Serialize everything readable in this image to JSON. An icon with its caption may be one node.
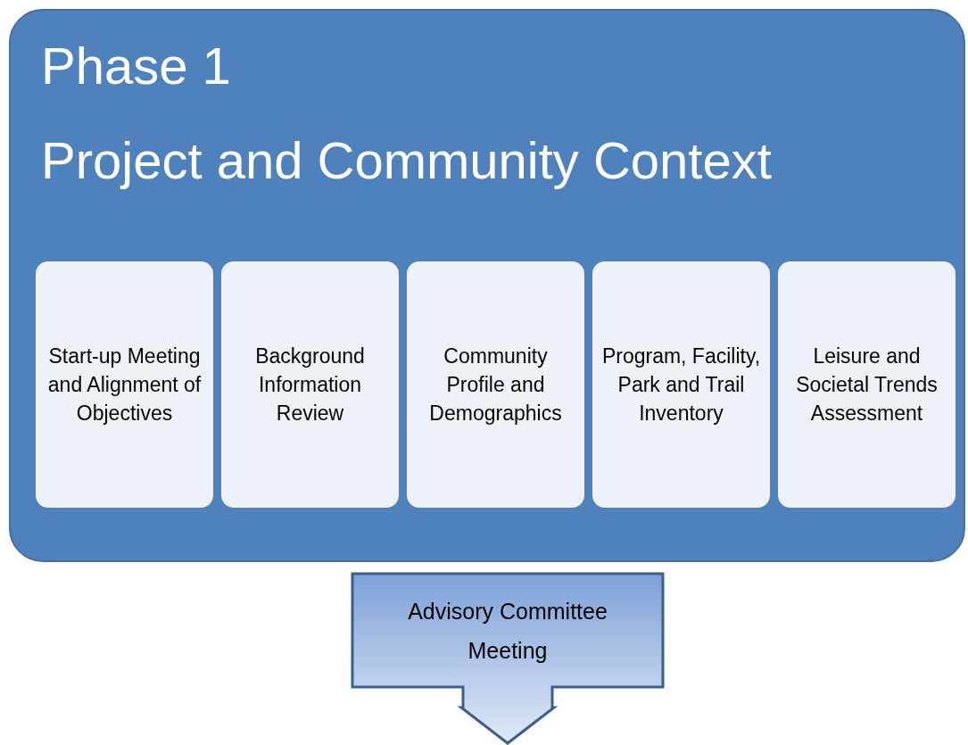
{
  "diagram": {
    "nodes": [
      {
        "text": [
          "Phase 1",
          "Project and Community Context"
        ]
      },
      {
        "text": [
          "Start-up Meeting and Alignment of Objectives"
        ],
        "in": 0
      },
      {
        "text": [
          "Background Information Review"
        ],
        "in": 0
      },
      {
        "text": [
          "Community Profile and Demographics"
        ],
        "in": 0
      },
      {
        "text": [
          "Program, Facility, Park and Trail Inventory"
        ],
        "in": 0
      },
      {
        "text": [
          "Leisure and Societal Trends Assessment"
        ],
        "in": 0
      },
      {
        "text": [
          "Advisory Committee Meeting"
        ]
      }
    ]
  }
}
